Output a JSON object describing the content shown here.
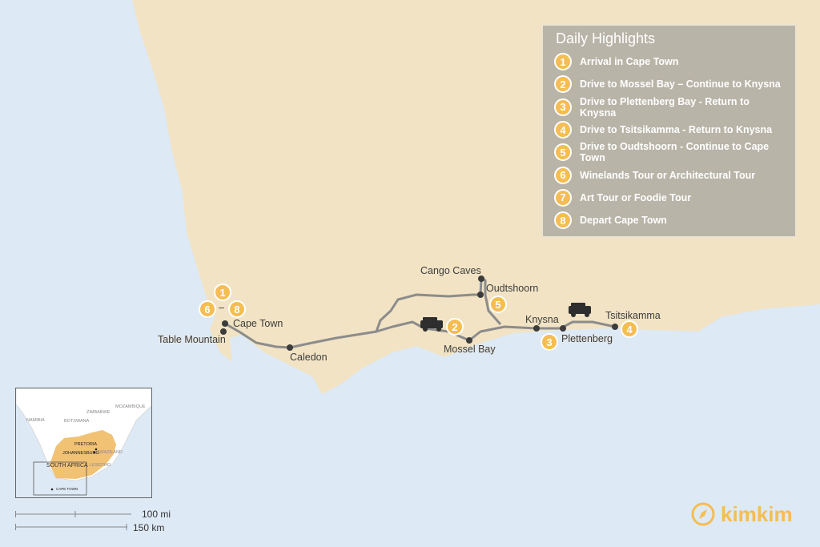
{
  "legend": {
    "title": "Daily Highlights",
    "items": [
      {
        "n": "1",
        "label": "Arrival in Cape Town"
      },
      {
        "n": "2",
        "label": "Drive to Mossel Bay – Continue to Knysna"
      },
      {
        "n": "3",
        "label": "Drive to Plettenberg Bay - Return to Knysna"
      },
      {
        "n": "4",
        "label": "Drive to Tsitsikamma - Return to Knysna"
      },
      {
        "n": "5",
        "label": "Drive to Oudtshoorn - Continue to Cape Town"
      },
      {
        "n": "6",
        "label": "Winelands Tour or Architectural Tour"
      },
      {
        "n": "7",
        "label": "Art Tour or Foodie Tour"
      },
      {
        "n": "8",
        "label": "Depart Cape Town"
      }
    ]
  },
  "places": {
    "cape_town": "Cape Town",
    "table_mountain": "Table Mountain",
    "caledon": "Caledon",
    "mossel_bay": "Mossel Bay",
    "cango_caves": "Cango Caves",
    "oudtshoorn": "Oudtshoorn",
    "knysna": "Knysna",
    "plettenberg": "Plettenberg",
    "tsitsikamma": "Tsitsikamma"
  },
  "markers": {
    "m1": "1",
    "m2": "2",
    "m3": "3",
    "m4": "4",
    "m5": "5",
    "m6": "6",
    "m8": "8",
    "dash": "–"
  },
  "inset": {
    "namibia": "NAMIBIA",
    "botswana": "BOTSWANA",
    "zimbabwe": "ZIMBABWE",
    "mozambique": "MOZAMBIQUE",
    "pretoria": "PRETORIA",
    "johannesburg": "JOHANNESBURG",
    "swaziland": "SWAZILAND",
    "lesotho": "LESOTHO",
    "south_africa": "SOUTH AFRICA",
    "cape_town": "CAPE TOWN"
  },
  "scale": {
    "miles": "100 mi",
    "km": "150 km"
  },
  "brand": {
    "name": "kimkim",
    "color": "#f5bd52"
  },
  "colors": {
    "land": "#f1e3c4",
    "sea": "#dde9f5",
    "route": "#8c8c8c",
    "badge": "#f5bd52"
  }
}
